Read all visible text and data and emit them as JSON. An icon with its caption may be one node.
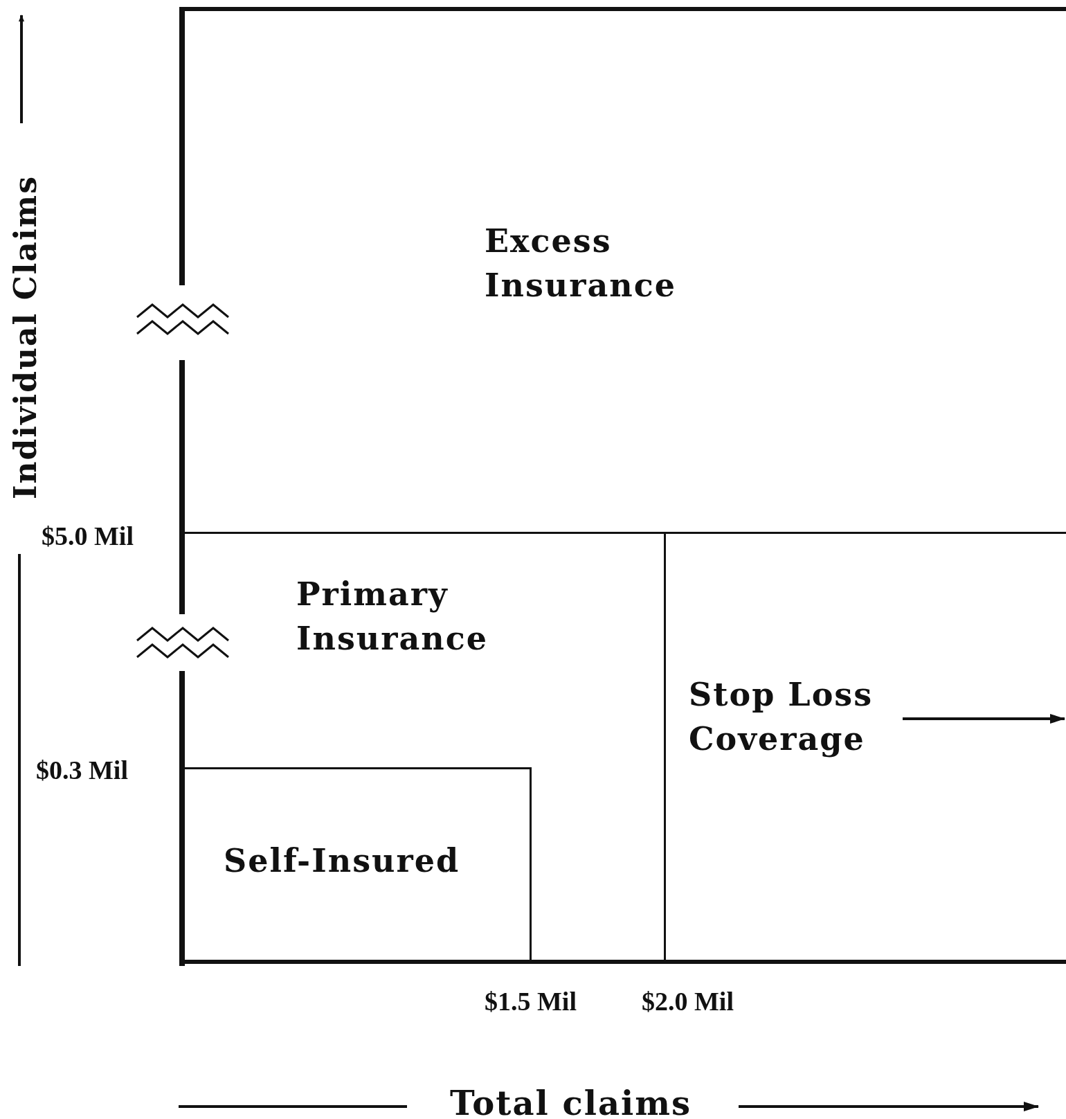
{
  "diagram": {
    "nodes": [
      {
        "text": [
          "Excess Insurance"
        ]
      },
      {
        "text": [
          "Primary Insurance"
        ]
      },
      {
        "text": [
          "Self-Insured"
        ],
        "in": 1
      },
      {
        "text": [
          "Stop Loss Coverage"
        ]
      }
    ],
    "edges": [],
    "labels": [
      "Individual Claims",
      "$5.0 Mil",
      "$0.3 Mil",
      "$1.5 Mil",
      "$2.0 Mil",
      "Total claims"
    ]
  }
}
